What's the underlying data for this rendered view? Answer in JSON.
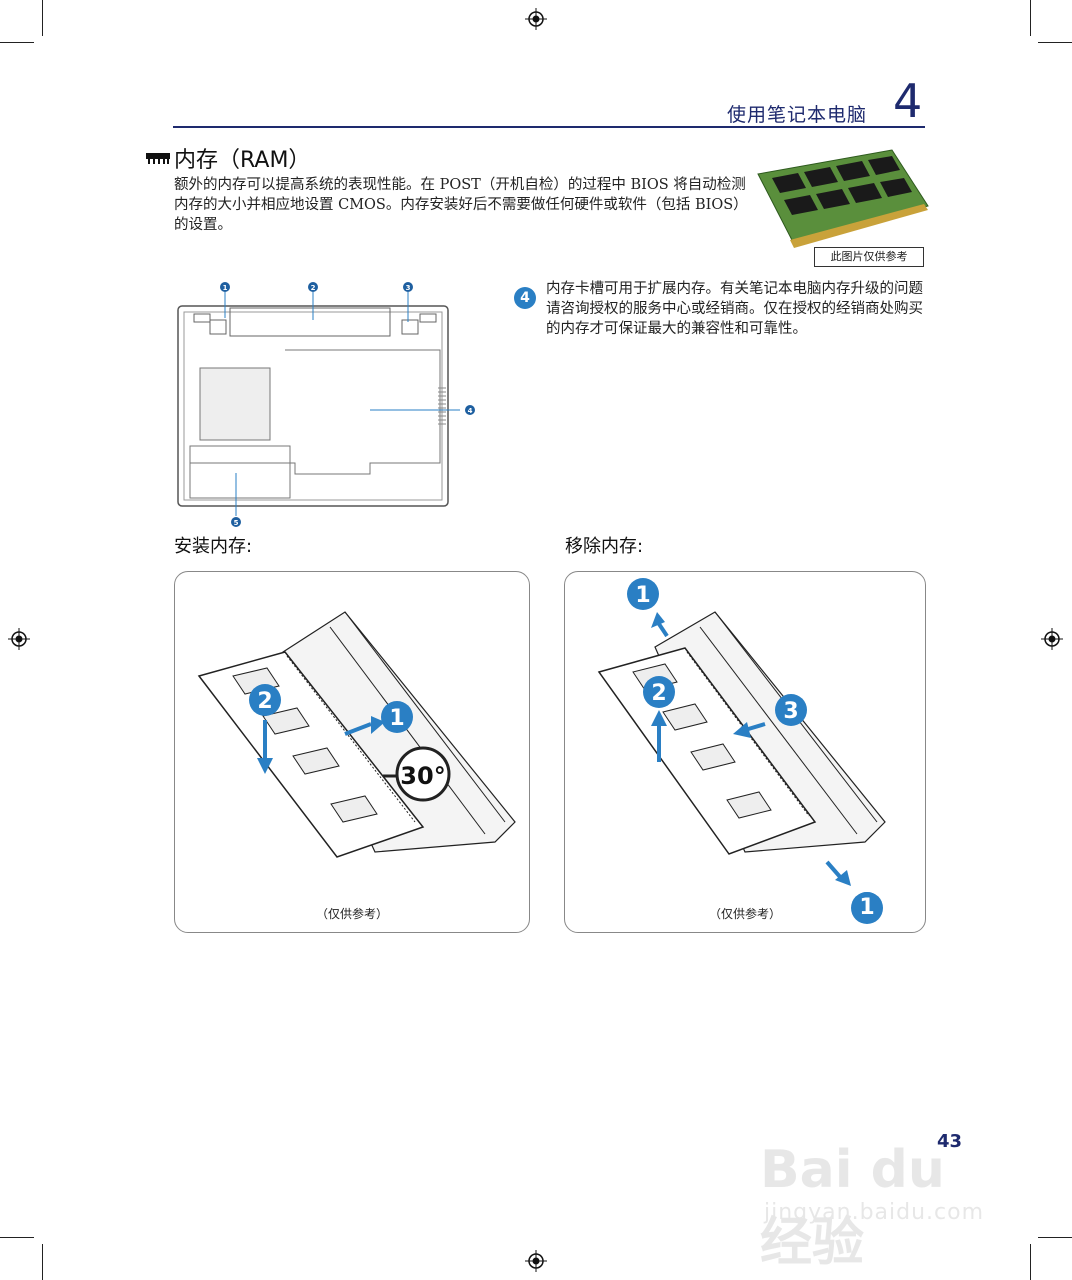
{
  "header": {
    "chapter_title": "使用笔记本电脑",
    "chapter_number": "4"
  },
  "section": {
    "title": "内存（RAM）",
    "intro": "额外的内存可以提高系统的表现性能。在 POST（开机自检）的过程中 BIOS 将自动检测内存的大小并相应地设置 CMOS。内存安装好后不需要做任何硬件或软件（包括 BIOS）的设置。",
    "image_label": "此图片仅供参考"
  },
  "diagram_bottom": {
    "markers": [
      "1",
      "2",
      "3",
      "4",
      "5"
    ]
  },
  "note4": {
    "number": "4",
    "text": "内存卡槽可用于扩展内存。有关笔记本电脑内存升级的问题请咨询授权的服务中心或经销商。仅在授权的经销商处购买的内存才可保证最大的兼容性和可靠性。"
  },
  "install": {
    "heading": "安装内存:",
    "angle": "30°",
    "steps": [
      "1",
      "2"
    ],
    "caption": "（仅供参考）"
  },
  "remove": {
    "heading": "移除内存:",
    "steps": [
      "1",
      "2",
      "3",
      "1"
    ],
    "caption": "（仅供参考）"
  },
  "footer": {
    "page_number": "43"
  },
  "watermark": {
    "brand": "Bai du 经验",
    "url": "jingyan.baidu.com"
  },
  "colors": {
    "accent": "#1e2a6e",
    "step_blue": "#2a7fc4",
    "ram_green": "#5a8f3c"
  }
}
